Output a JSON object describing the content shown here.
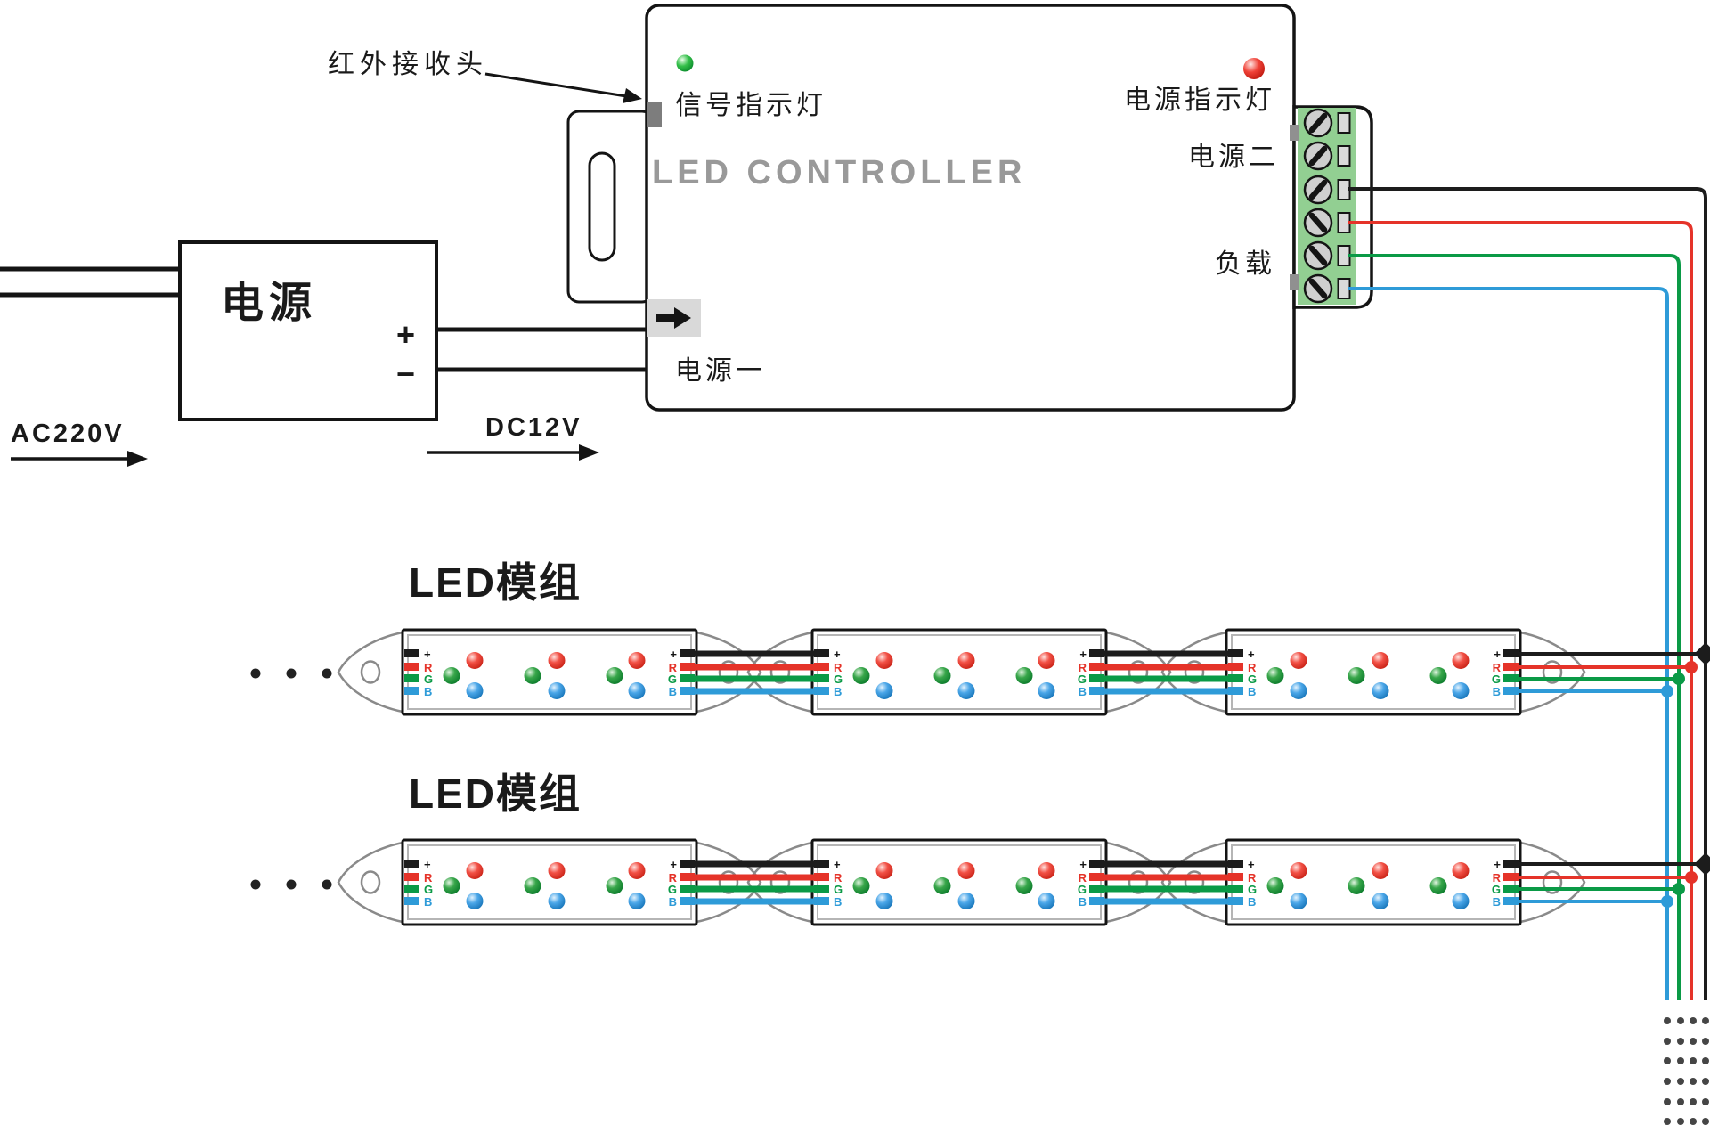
{
  "power_supply": {
    "title": "电源",
    "plus_label": "+",
    "minus_label": "−",
    "input_voltage": "AC220V",
    "output_voltage": "DC12V"
  },
  "controller": {
    "title": "LED CONTROLLER",
    "ir_receiver_label": "红外接收头",
    "signal_led_label": "信号指示灯",
    "power_led_label": "电源指示灯",
    "power_input_1_label": "电源一",
    "power_input_2_label": "电源二",
    "load_label": "负载"
  },
  "led_modules": {
    "row1_label": "LED模组",
    "row2_label": "LED模组",
    "terminal_plus": "+",
    "terminal_r": "R",
    "terminal_g": "G",
    "terminal_b": "B"
  },
  "colors": {
    "wire_black": "#1c1c1c",
    "wire_red": "#e53329",
    "wire_green": "#0a9a46",
    "wire_blue": "#2e9bd8",
    "terminal_block_green": "#92cf92",
    "controller_title_gray": "#999999",
    "led_signal_green": "#2db44a",
    "led_power_red": "#e32a1e",
    "highlight_gray": "#d9d9d9",
    "module_tip_gray": "#8a8a8a"
  }
}
